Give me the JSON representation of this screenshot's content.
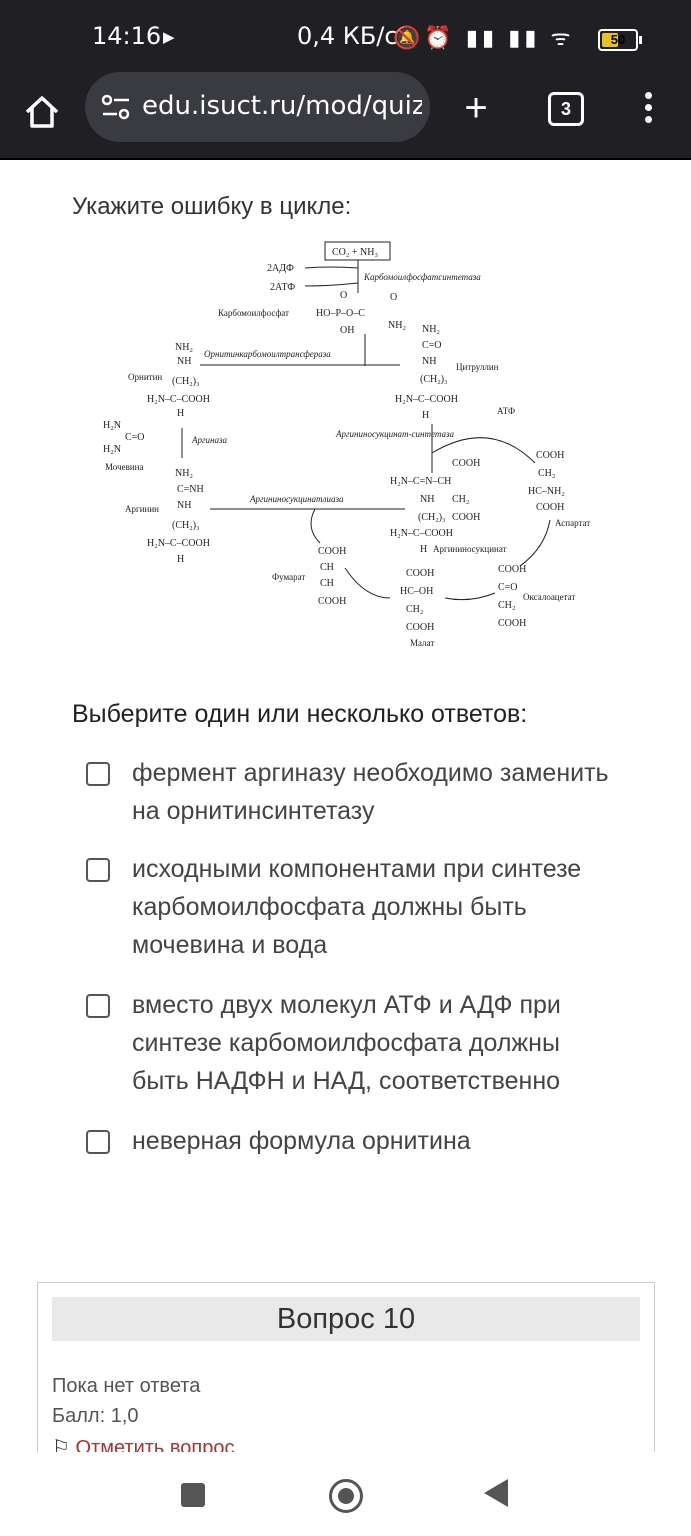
{
  "status_bar": {
    "time": "14:16",
    "network_speed": "0,4 КБ/с",
    "battery": "50"
  },
  "browser": {
    "url": "edu.isuct.ru/mod/quiz",
    "tab_count": "3"
  },
  "question": {
    "text": "Укажите ошибку в цикле:",
    "prompt": "Выберите один или несколько ответов:",
    "options": [
      "фермент аргиназу необходимо заменить на орнитинсинтетазу",
      "исходными компонентами при синтезе карбомоилфосфата должны быть мочевина и вода",
      "вместо двух молекул АТФ и АДФ при синтезе карбомоилфосфата должны быть НАДФН и НАД, соответственно",
      "неверная формула орнитина"
    ]
  },
  "diagram": {
    "co2_nh3": "CO₂ + NH₃",
    "adp": "2АДФ",
    "atp2": "2АТФ",
    "cps": "Карбомоилфосфатсинтетаза",
    "carbamoyl_phosphate": "Карбомоилфосфат",
    "otc": "Орнитинкарбомоилтрансфераза",
    "ornithine": "Орнитин",
    "citrulline": "Цитруллин",
    "atp": "АТФ",
    "arginase": "Аргиназа",
    "urea": "Мочевина",
    "ass": "Аргининосукцинат-синтетаза",
    "arginine": "Аргинин",
    "asl": "Аргининосукцинатлиаза",
    "argininosuccinate": "Аргининосукцинат",
    "aspartate": "Аспартат",
    "fumarate": "Фумарат",
    "malate": "Малат",
    "oxaloacetate": "Оксалоацетат"
  },
  "next_question": {
    "title": "Вопрос 10",
    "status": "Пока нет ответа",
    "score": "Балл: 1,0",
    "flag": "Отметить вопрос"
  }
}
